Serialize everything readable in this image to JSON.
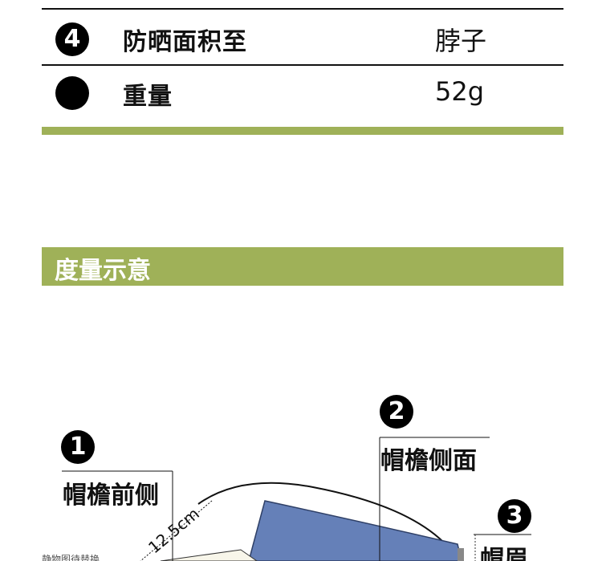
{
  "spec_table": {
    "rows": [
      {
        "badge": "4",
        "label": "防晒面积至",
        "value": "脖子"
      },
      {
        "badge": "",
        "label": "重量",
        "value": "52g"
      }
    ]
  },
  "section": {
    "title": "度量示意"
  },
  "diagram": {
    "callouts": [
      {
        "number": "1",
        "label": "帽檐前侧"
      },
      {
        "number": "2",
        "label": "帽檐侧面"
      },
      {
        "number": "3",
        "label": "帽眉"
      }
    ],
    "dimension": "12.5cm",
    "note": "静物图待替换",
    "colors": {
      "accent": "#9fb158",
      "visor": "#6580b8",
      "brim": "#f8f6ea"
    }
  }
}
